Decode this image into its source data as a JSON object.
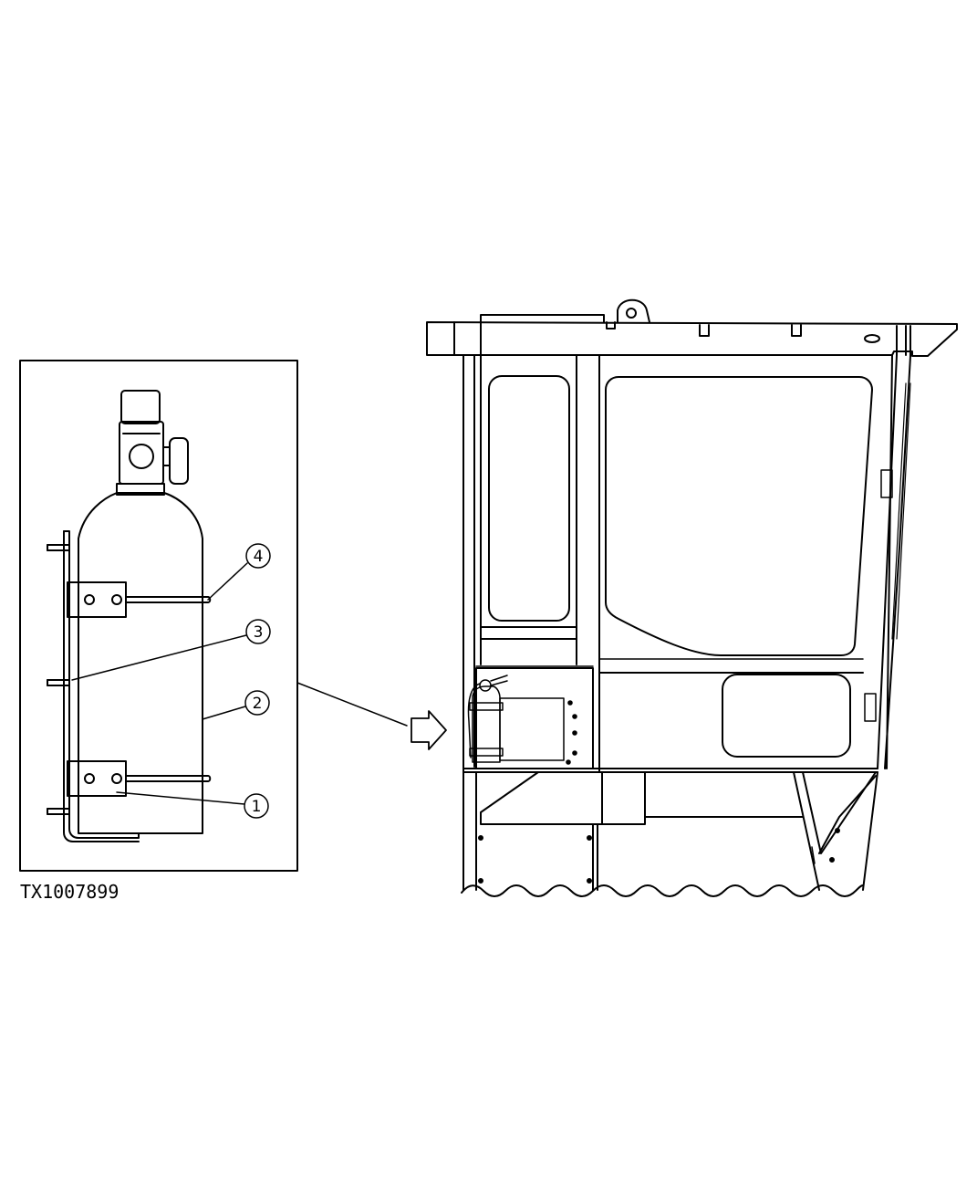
{
  "figure": {
    "id_label": "TX1007899",
    "callouts": [
      "1",
      "2",
      "3",
      "4"
    ]
  },
  "colors": {
    "ink": "#000000",
    "paper": "#ffffff"
  },
  "icons": {
    "arrow": "hollow-arrow-icon",
    "extinguisher": "fire-extinguisher-icon"
  }
}
